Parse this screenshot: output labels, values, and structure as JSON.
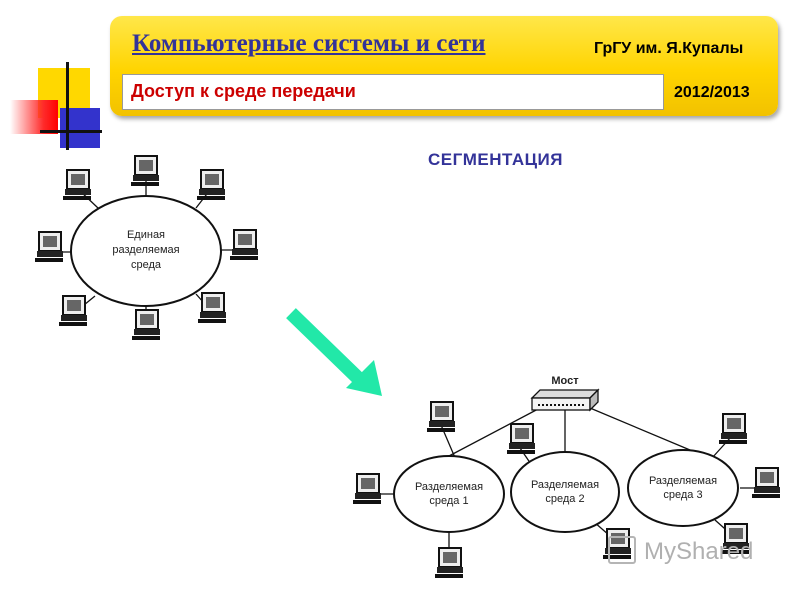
{
  "header": {
    "course_title": "Компьютерные системы и сети",
    "university": "ГрГУ им. Я.Купалы",
    "topic": "Доступ к среде передачи",
    "year": "2012/2013"
  },
  "section_heading": "СЕГМЕНТАЦИЯ",
  "diagram_before": {
    "medium_label_lines": [
      "Единая",
      "разделяемая",
      "среда"
    ],
    "computer_count": 8
  },
  "diagram_after": {
    "bridge_label": "Мост",
    "segments": [
      {
        "label_lines": [
          "Разделяемая",
          "среда 1"
        ]
      },
      {
        "label_lines": [
          "Разделяемая",
          "среда 2"
        ]
      },
      {
        "label_lines": [
          "Разделяемая",
          "среда 3"
        ]
      }
    ]
  },
  "colors": {
    "banner": "#ffd400",
    "title": "#333399",
    "topic": "#cc0000",
    "arrow": "#22e8a8"
  },
  "watermark": "MyShared"
}
